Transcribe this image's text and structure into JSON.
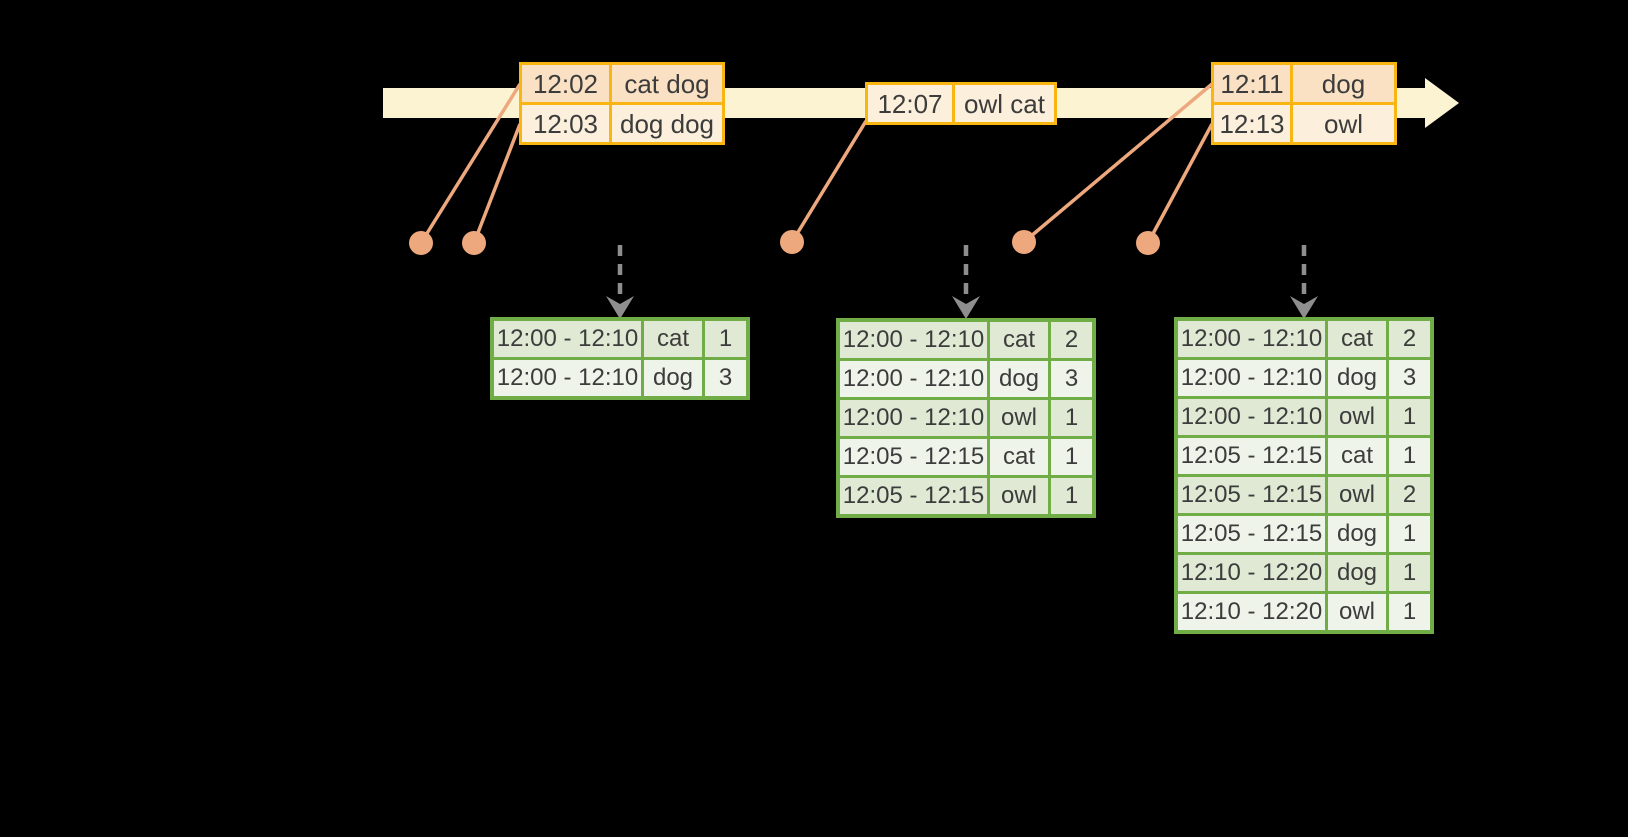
{
  "diagram": {
    "background": "#000000",
    "timeline": {
      "event_batches": [
        {
          "rows": [
            {
              "time": "12:02",
              "words": "cat dog",
              "fill": "peach"
            },
            {
              "time": "12:03",
              "words": "dog dog",
              "fill": "cream"
            }
          ]
        },
        {
          "rows": [
            {
              "time": "12:07",
              "words": "owl cat",
              "fill": "cream"
            }
          ]
        },
        {
          "rows": [
            {
              "time": "12:11",
              "words": "dog",
              "fill": "peach"
            },
            {
              "time": "12:13",
              "words": "owl",
              "fill": "cream"
            }
          ]
        }
      ]
    },
    "result_tables": [
      {
        "rows": [
          {
            "window": "12:00 - 12:10",
            "word": "cat",
            "count": "1"
          },
          {
            "window": "12:00 - 12:10",
            "word": "dog",
            "count": "3"
          }
        ]
      },
      {
        "rows": [
          {
            "window": "12:00 - 12:10",
            "word": "cat",
            "count": "2"
          },
          {
            "window": "12:00 - 12:10",
            "word": "dog",
            "count": "3"
          },
          {
            "window": "12:00 - 12:10",
            "word": "owl",
            "count": "1"
          },
          {
            "window": "12:05 - 12:15",
            "word": "cat",
            "count": "1"
          },
          {
            "window": "12:05 - 12:15",
            "word": "owl",
            "count": "1"
          }
        ]
      },
      {
        "rows": [
          {
            "window": "12:00 - 12:10",
            "word": "cat",
            "count": "2"
          },
          {
            "window": "12:00 - 12:10",
            "word": "dog",
            "count": "3"
          },
          {
            "window": "12:00 - 12:10",
            "word": "owl",
            "count": "1"
          },
          {
            "window": "12:05 - 12:15",
            "word": "cat",
            "count": "1"
          },
          {
            "window": "12:05 - 12:15",
            "word": "owl",
            "count": "2"
          },
          {
            "window": "12:05 - 12:15",
            "word": "dog",
            "count": "1"
          },
          {
            "window": "12:10 - 12:20",
            "word": "dog",
            "count": "1"
          },
          {
            "window": "12:10 - 12:20",
            "word": "owl",
            "count": "1"
          }
        ]
      }
    ],
    "colors": {
      "timeline_fill": "#FBF3D2",
      "event_border": "#F9B511",
      "event_fill_peach": "#FAE1C4",
      "event_fill_cream": "#FCEFDC",
      "table_border": "#71AD47",
      "table_fill_dark": "#DFE9D3",
      "table_fill_light": "#EFF4EB",
      "connector": "#EEA87E",
      "trigger_arrow": "#8E8E8E",
      "text": "#3C3C3C"
    }
  }
}
